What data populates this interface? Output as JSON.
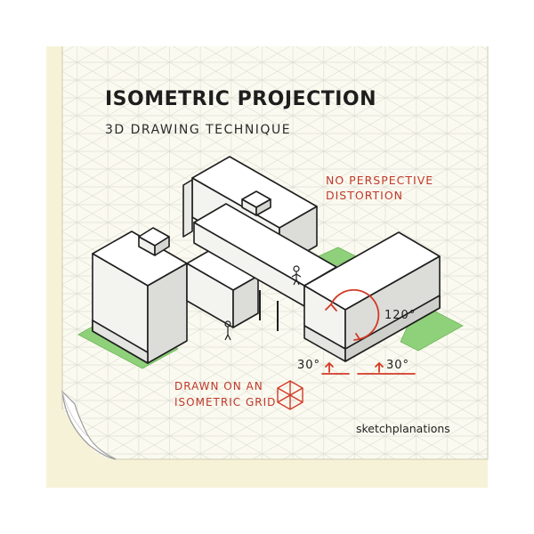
{
  "title": "ISOMETRIC PROJECTION",
  "subtitle": "3D DRAWING TECHNIQUE",
  "annotations": {
    "no_perspective_line1": "NO PERSPECTIVE",
    "no_perspective_line2": "DISTORTION",
    "angle_120": "120°",
    "angle_30_left": "30°",
    "angle_30_right": "30°",
    "grid_note_line1": "DRAWN ON AN",
    "grid_note_line2": "ISOMETRIC GRID"
  },
  "credit": "sketchplanations",
  "colors": {
    "paper": "#fbfaf0",
    "backdrop": "#f6f2d8",
    "grid": "#dcdcd2",
    "grass": "#8fd17a",
    "accent_red": "#d23a26",
    "wall_top": "#ffffff",
    "wall_left": "#f3f3f0",
    "wall_right": "#d9d9d6"
  }
}
